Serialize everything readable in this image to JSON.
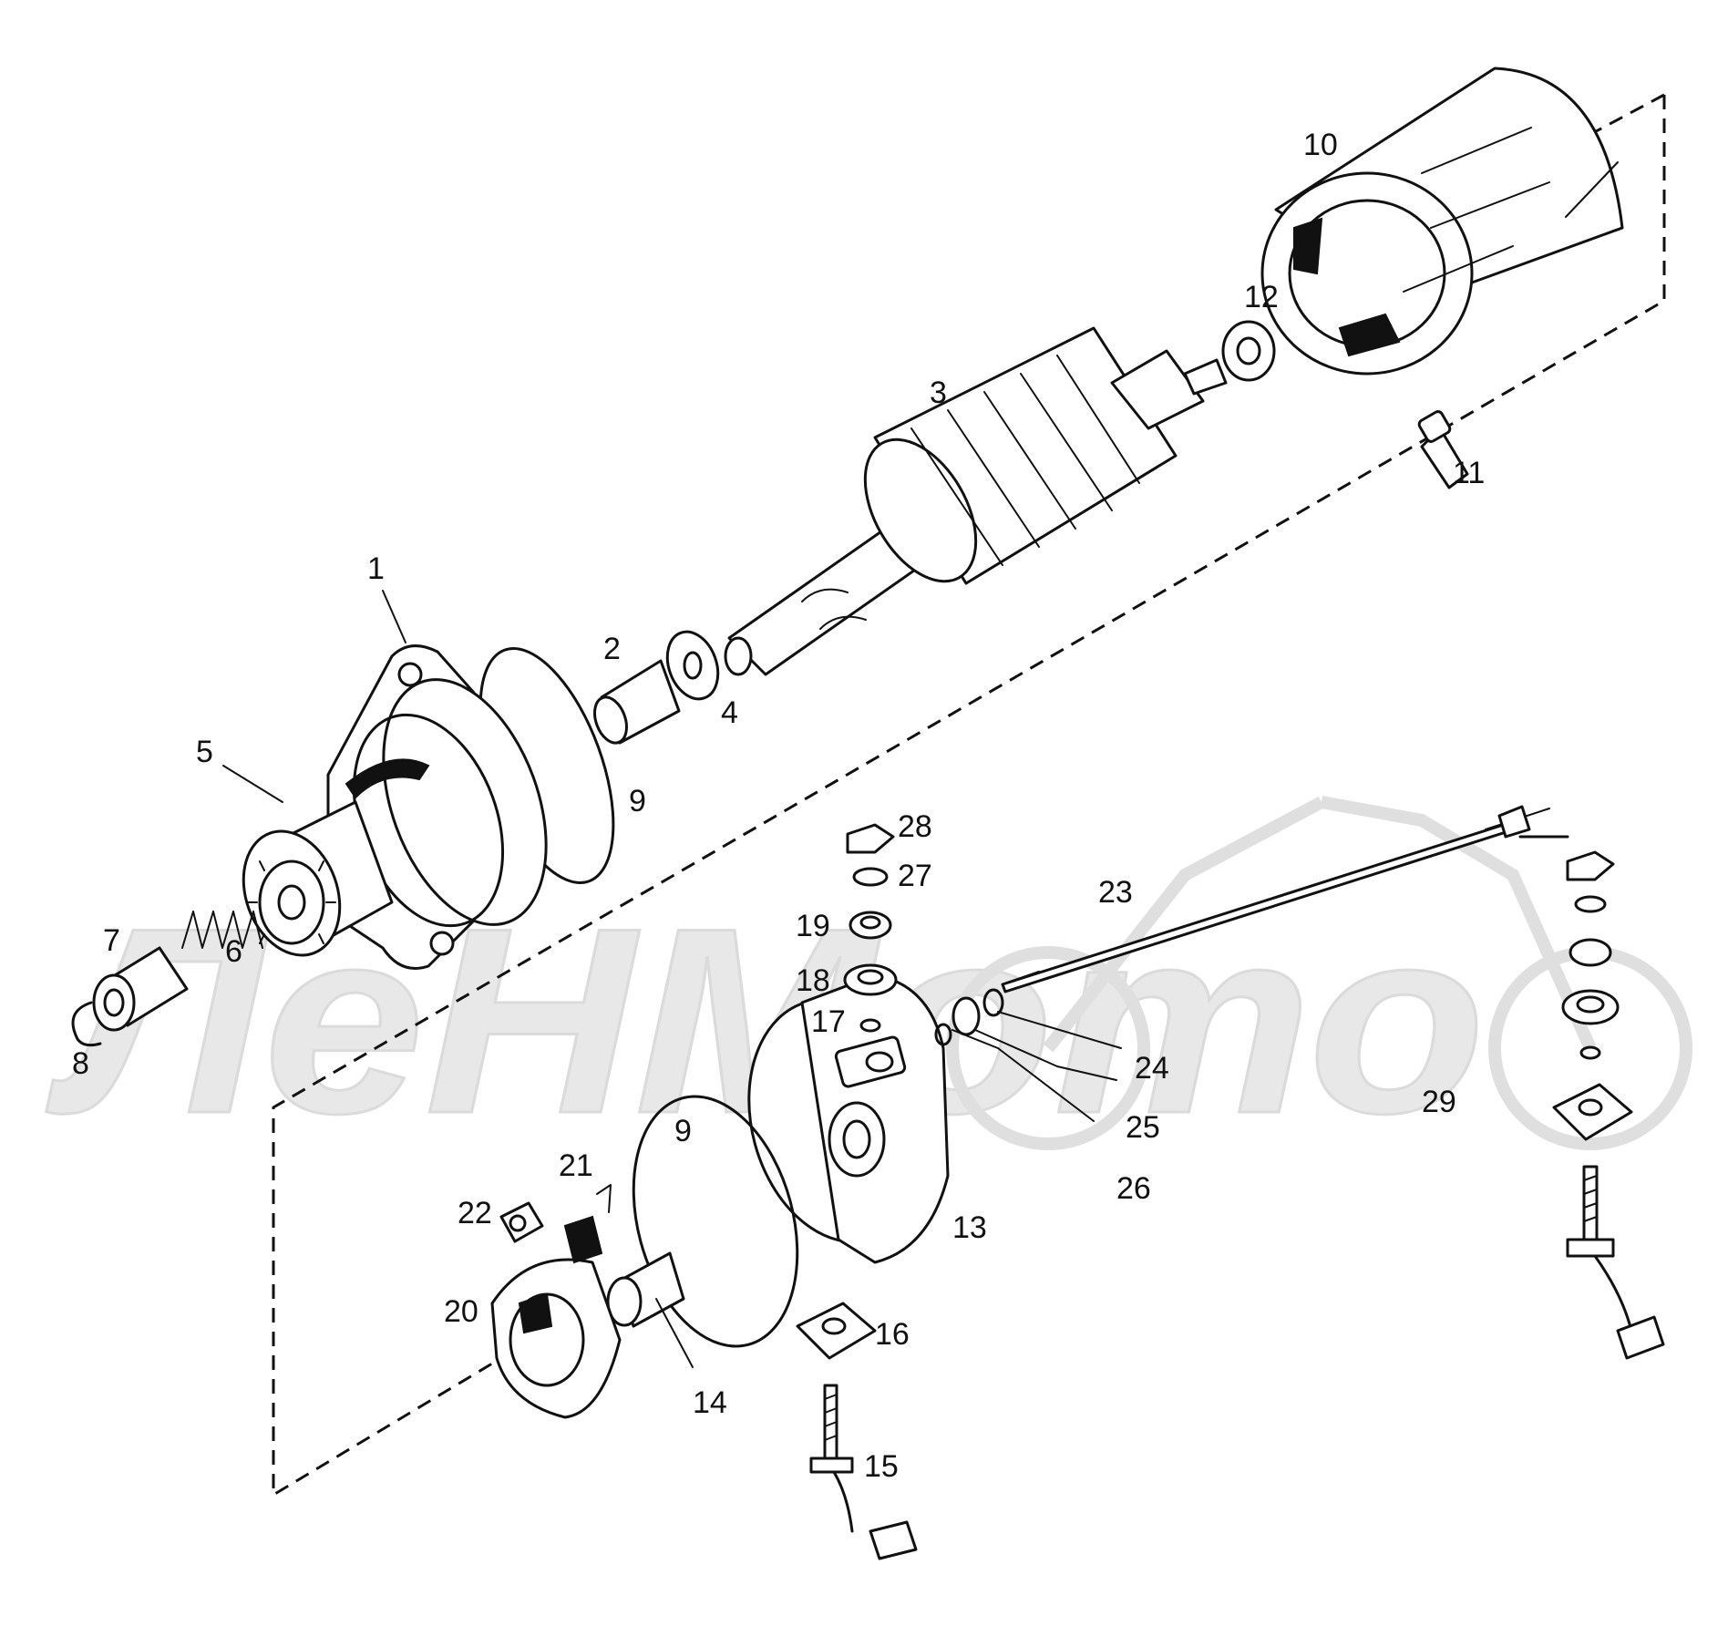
{
  "watermark": {
    "text": "ЛеНМото"
  },
  "callouts": [
    {
      "id": "c1",
      "label": "1"
    },
    {
      "id": "c2",
      "label": "2"
    },
    {
      "id": "c3",
      "label": "3"
    },
    {
      "id": "c4",
      "label": "4"
    },
    {
      "id": "c5",
      "label": "5"
    },
    {
      "id": "c6",
      "label": "6"
    },
    {
      "id": "c7",
      "label": "7"
    },
    {
      "id": "c8",
      "label": "8"
    },
    {
      "id": "c9a",
      "label": "9"
    },
    {
      "id": "c9b",
      "label": "9"
    },
    {
      "id": "c10",
      "label": "10"
    },
    {
      "id": "c11",
      "label": "11"
    },
    {
      "id": "c12",
      "label": "12"
    },
    {
      "id": "c13",
      "label": "13"
    },
    {
      "id": "c14",
      "label": "14"
    },
    {
      "id": "c15",
      "label": "15"
    },
    {
      "id": "c16",
      "label": "16"
    },
    {
      "id": "c17",
      "label": "17"
    },
    {
      "id": "c18",
      "label": "18"
    },
    {
      "id": "c19",
      "label": "19"
    },
    {
      "id": "c20",
      "label": "20"
    },
    {
      "id": "c21",
      "label": "21"
    },
    {
      "id": "c22",
      "label": "22"
    },
    {
      "id": "c23",
      "label": "23"
    },
    {
      "id": "c24",
      "label": "24"
    },
    {
      "id": "c25",
      "label": "25"
    },
    {
      "id": "c26",
      "label": "26"
    },
    {
      "id": "c27",
      "label": "27"
    },
    {
      "id": "c28",
      "label": "28"
    },
    {
      "id": "c29",
      "label": "29"
    }
  ]
}
